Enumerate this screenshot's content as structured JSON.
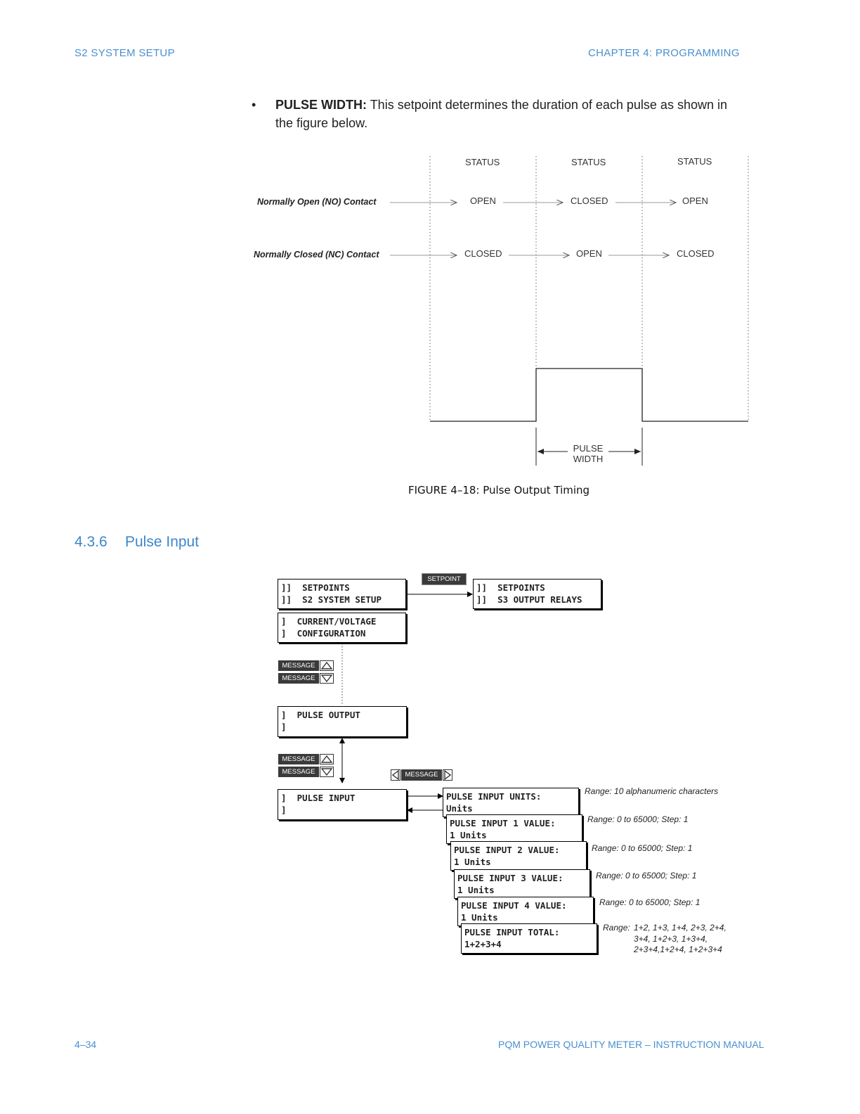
{
  "header": {
    "left": "S2 SYSTEM SETUP",
    "right": "CHAPTER 4: PROGRAMMING"
  },
  "bullet": {
    "title": "PULSE WIDTH:",
    "text": "This setpoint determines the duration of each pulse as shown in the figure below."
  },
  "timing_figure": {
    "status_labels": [
      "STATUS",
      "STATUS",
      "STATUS"
    ],
    "rows": [
      {
        "label": "Normally Open (NO) Contact",
        "states": [
          "OPEN",
          "CLOSED",
          "OPEN"
        ]
      },
      {
        "label": "Normally Closed (NC) Contact",
        "states": [
          "CLOSED",
          "OPEN",
          "CLOSED"
        ]
      }
    ],
    "pulse_width_line1": "PULSE",
    "pulse_width_line2": "WIDTH",
    "caption": "FIGURE 4–18: Pulse Output Timing"
  },
  "section": {
    "number": "4.3.6",
    "title": "Pulse Input"
  },
  "menu": {
    "setpoint_key": "SETPOINT",
    "message_key": "MESSAGE",
    "box_s2": "]]  SETPOINTS\n]]  S2 SYSTEM SETUP",
    "box_s3": "]]  SETPOINTS\n]]  S3 OUTPUT RELAYS",
    "box_cv": "]  CURRENT/VOLTAGE\n]  CONFIGURATION",
    "box_pulse_output": "]  PULSE OUTPUT\n]",
    "box_pulse_input": "]  PULSE INPUT\n]",
    "items": [
      {
        "text": "PULSE INPUT UNITS:\nUnits",
        "range": "Range: 10 alphanumeric characters"
      },
      {
        "text": "PULSE INPUT 1 VALUE:\n1 Units",
        "range": "Range: 0 to 65000; Step: 1"
      },
      {
        "text": "PULSE INPUT 2 VALUE:\n1 Units",
        "range": "Range: 0 to 65000; Step: 1"
      },
      {
        "text": "PULSE INPUT 3 VALUE:\n1 Units",
        "range": "Range: 0 to 65000; Step: 1"
      },
      {
        "text": "PULSE INPUT 4 VALUE:\n1 Units",
        "range": "Range: 0 to 65000; Step: 1"
      },
      {
        "text": "PULSE INPUT TOTAL:\n1+2+3+4",
        "range": "Range:"
      }
    ],
    "total_range_lines": [
      "1+2, 1+3, 1+4, 2+3, 2+4,",
      "3+4, 1+2+3, 1+3+4,",
      "2+3+4,1+2+4, 1+2+3+4"
    ]
  },
  "footer": {
    "left": "4–34",
    "right": "PQM POWER QUALITY METER – INSTRUCTION MANUAL"
  }
}
